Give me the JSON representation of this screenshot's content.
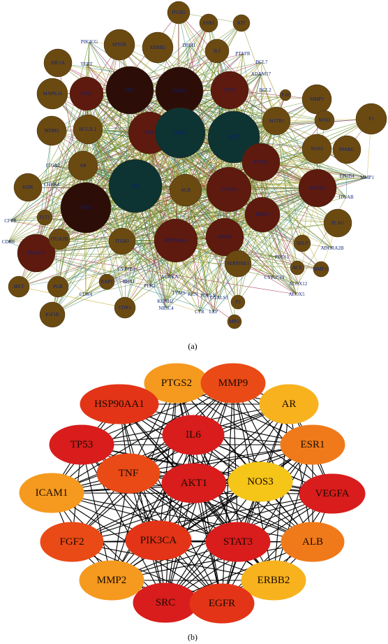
{
  "panel_a": {
    "label": "(a)",
    "node_style_colors": {
      "circle": "#6b4a12",
      "light": "#7a5716",
      "dark_red": "#4a100a",
      "red": "#5e1a0e",
      "darkest": "#2c0d08",
      "teal": "#0d3333",
      "label": "#0b1f7a",
      "edge_green": "#6b8f2a",
      "edge_olive": "#8a8a2a",
      "edge_red": "#a0304a",
      "edge_yellow": "#c8b43a",
      "edge_teal": "#3b8a7a"
    },
    "nodes": [
      {
        "id": "ITGB2",
        "label": "ITGB2",
        "color": "circle"
      },
      {
        "id": "ESR2",
        "label": "ESR2",
        "color": "circle"
      },
      {
        "id": "KIT",
        "label": "KIT",
        "color": "circle"
      },
      {
        "id": "PIK3CG",
        "label": "PIK3CG",
        "color": "none"
      },
      {
        "id": "MTOR",
        "label": "MTOR",
        "color": "circle"
      },
      {
        "id": "ERBB2",
        "label": "ERBB2",
        "color": "circle"
      },
      {
        "id": "DPM1",
        "label": "DPM1",
        "color": "none"
      },
      {
        "id": "IL2",
        "label": "IL2",
        "color": "circle"
      },
      {
        "id": "PTAFR",
        "label": "PTAFR",
        "color": "none"
      },
      {
        "id": "HIF1A",
        "label": "HIF1A",
        "color": "circle"
      },
      {
        "id": "TERT",
        "label": "TERT",
        "color": "none"
      },
      {
        "id": "BCL7",
        "label": "BCL7",
        "color": "none"
      },
      {
        "id": "ADAM17",
        "label": "ADAM17",
        "color": "none"
      },
      {
        "id": "MAPK14",
        "label": "MAPK14",
        "color": "circle"
      },
      {
        "id": "ESR1",
        "label": "ESR1",
        "color": "red"
      },
      {
        "id": "SRC_a",
        "label": "SRC",
        "color": "darkest"
      },
      {
        "id": "STAT3_a",
        "label": "STAT3",
        "color": "darkest"
      },
      {
        "id": "FGF2_a",
        "label": "FGF2",
        "color": "red"
      },
      {
        "id": "BCL2",
        "label": "BCL2",
        "color": "none"
      },
      {
        "id": "F10",
        "label": "F10",
        "color": "circle"
      },
      {
        "id": "MMP3",
        "label": "MMP3",
        "color": "circle"
      },
      {
        "id": "F2",
        "label": "F2",
        "color": "circle"
      },
      {
        "id": "MDM2",
        "label": "MDM2",
        "color": "circle"
      },
      {
        "id": "BCL2L1",
        "label": "BCL2L1",
        "color": "circle"
      },
      {
        "id": "TNF_a",
        "label": "TNF",
        "color": "red"
      },
      {
        "id": "AKT1_a",
        "label": "AKT1",
        "color": "teal"
      },
      {
        "id": "EGFR_a",
        "label": "EGFR",
        "color": "teal"
      },
      {
        "id": "AGTR1",
        "label": "AGTR1",
        "color": "circle"
      },
      {
        "id": "NOS2",
        "label": "NOS2",
        "color": "circle"
      },
      {
        "id": "ITGA2",
        "label": "ITGA2",
        "color": "none"
      },
      {
        "id": "AR_a",
        "label": "AR",
        "color": "circle"
      },
      {
        "id": "PTGS2_a",
        "label": "PTGS2",
        "color": "red"
      },
      {
        "id": "NOS3_a",
        "label": "NOS3",
        "color": "circle"
      },
      {
        "id": "PPARG",
        "label": "PPARG",
        "color": "circle"
      },
      {
        "id": "KDR",
        "label": "KDR",
        "color": "circle"
      },
      {
        "id": "CHEK1",
        "label": "CHEK1",
        "color": "none"
      },
      {
        "id": "IL6_a",
        "label": "IL6",
        "color": "teal"
      },
      {
        "id": "ALB_a",
        "label": "ALB",
        "color": "circle"
      },
      {
        "id": "VEGFA_a",
        "label": "VEGFA",
        "color": "red"
      },
      {
        "id": "ICAM1_a",
        "label": "ICAM1",
        "color": "red"
      },
      {
        "id": "EPHB4",
        "label": "EPHB4",
        "color": "none"
      },
      {
        "id": "MMP1",
        "label": "MMP1",
        "color": "none"
      },
      {
        "id": "ITGAB",
        "label": "ITGAB",
        "color": "none"
      },
      {
        "id": "TP53_a",
        "label": "TP53",
        "color": "darkest"
      },
      {
        "id": "FLT1",
        "label": "FLT1",
        "color": "circle"
      },
      {
        "id": "MMP2_a",
        "label": "MMP2",
        "color": "red"
      },
      {
        "id": "PLAU",
        "label": "PLAU",
        "color": "circle"
      },
      {
        "id": "CFTR",
        "label": "CFTR",
        "color": "none"
      },
      {
        "id": "HSP90AA1_a",
        "label": "HSP90AA1",
        "color": "red"
      },
      {
        "id": "MMP9_a",
        "label": "MMP9",
        "color": "red"
      },
      {
        "id": "CDK6",
        "label": "CDK6",
        "color": "none"
      },
      {
        "id": "PIK3CA_a",
        "label": "PIK3CA",
        "color": "red"
      },
      {
        "id": "ITGA2B",
        "label": "ITGA2B",
        "color": "circle"
      },
      {
        "id": "ITGB3",
        "label": "ITGB3",
        "color": "circle"
      },
      {
        "id": "SELP",
        "label": "SELP",
        "color": "circle"
      },
      {
        "id": "ADORA2B",
        "label": "ADORA2B",
        "color": "none"
      },
      {
        "id": "PTGS1",
        "label": "PTGS1",
        "color": "none"
      },
      {
        "id": "CYP1B1",
        "label": "CYP1B1",
        "color": "none"
      },
      {
        "id": "SERPINE1",
        "label": "SERPINE1",
        "color": "circle"
      },
      {
        "id": "ACE",
        "label": "ACE",
        "color": "circle"
      },
      {
        "id": "MMP13",
        "label": "MMP13",
        "color": "circle"
      },
      {
        "id": "AURKA",
        "label": "AURKA",
        "color": "none"
      },
      {
        "id": "RAP1",
        "label": "RAP1",
        "color": "circle"
      },
      {
        "id": "BRAF",
        "label": "BRAF",
        "color": "none"
      },
      {
        "id": "CYP2C19",
        "label": "CYP2C19",
        "color": "none"
      },
      {
        "id": "ALOX12",
        "label": "ALOX12",
        "color": "none"
      },
      {
        "id": "MET",
        "label": "MET",
        "color": "circle"
      },
      {
        "id": "PGR",
        "label": "PGR",
        "color": "circle"
      },
      {
        "id": "PLK1",
        "label": "PLK1",
        "color": "none"
      },
      {
        "id": "TYMS",
        "label": "TYMS",
        "color": "none"
      },
      {
        "id": "REN",
        "label": "REN",
        "color": "none"
      },
      {
        "id": "PDE5A",
        "label": "PDE5A",
        "color": "none"
      },
      {
        "id": "LGALS3",
        "label": "LGALS3",
        "color": "none"
      },
      {
        "id": "ALOX5",
        "label": "ALOX5",
        "color": "none"
      },
      {
        "id": "CDK4",
        "label": "CDK4",
        "color": "none"
      },
      {
        "id": "KCNH2",
        "label": "KCNH2",
        "color": "none"
      },
      {
        "id": "F3",
        "label": "F3",
        "color": "circle"
      },
      {
        "id": "IGF1R",
        "label": "IGF1R",
        "color": "circle"
      },
      {
        "id": "CDK1",
        "label": "CDK1",
        "color": "circle"
      },
      {
        "id": "NR3C4",
        "label": "NR3C4",
        "color": "none"
      },
      {
        "id": "CTR",
        "label": "CTR",
        "color": "none"
      },
      {
        "id": "LEP",
        "label": "LEP",
        "color": "none"
      },
      {
        "id": "MPO",
        "label": "MPO",
        "color": "circle"
      }
    ]
  },
  "panel_b": {
    "label": "(b)",
    "node_colors": {
      "deep_red": "#d91c1c",
      "red": "#e33417",
      "red_orange": "#ea4a16",
      "orange": "#f07a1a",
      "light_orange": "#f59a1e",
      "yellow_orange": "#f7b21e",
      "yellow": "#f5c518"
    },
    "nodes": [
      {
        "id": "PTGS2",
        "label": "PTGS2",
        "color": "light_orange"
      },
      {
        "id": "MMP9",
        "label": "MMP9",
        "color": "red_orange"
      },
      {
        "id": "HSP90AA1",
        "label": "HSP90AA1",
        "color": "red"
      },
      {
        "id": "AR",
        "label": "AR",
        "color": "yellow_orange"
      },
      {
        "id": "IL6",
        "label": "IL6",
        "color": "deep_red"
      },
      {
        "id": "TP53",
        "label": "TP53",
        "color": "deep_red"
      },
      {
        "id": "ESR1",
        "label": "ESR1",
        "color": "orange"
      },
      {
        "id": "TNF",
        "label": "TNF",
        "color": "red_orange"
      },
      {
        "id": "AKT1",
        "label": "AKT1",
        "color": "deep_red"
      },
      {
        "id": "NOS3",
        "label": "NOS3",
        "color": "yellow"
      },
      {
        "id": "ICAM1",
        "label": "ICAM1",
        "color": "light_orange"
      },
      {
        "id": "VEGFA",
        "label": "VEGFA",
        "color": "deep_red"
      },
      {
        "id": "FGF2",
        "label": "FGF2",
        "color": "red_orange"
      },
      {
        "id": "PIK3CA",
        "label": "PIK3CA",
        "color": "red"
      },
      {
        "id": "STAT3",
        "label": "STAT3",
        "color": "deep_red"
      },
      {
        "id": "ALB",
        "label": "ALB",
        "color": "orange"
      },
      {
        "id": "MMP2",
        "label": "MMP2",
        "color": "light_orange"
      },
      {
        "id": "ERBB2",
        "label": "ERBB2",
        "color": "yellow_orange"
      },
      {
        "id": "SRC",
        "label": "SRC",
        "color": "deep_red"
      },
      {
        "id": "EGFR",
        "label": "EGFR",
        "color": "red"
      }
    ],
    "edges": [
      [
        "PTGS2",
        "MMP9"
      ],
      [
        "PTGS2",
        "HSP90AA1"
      ],
      [
        "PTGS2",
        "AR"
      ],
      [
        "PTGS2",
        "IL6"
      ],
      [
        "PTGS2",
        "TP53"
      ],
      [
        "PTGS2",
        "ESR1"
      ],
      [
        "PTGS2",
        "TNF"
      ],
      [
        "PTGS2",
        "AKT1"
      ],
      [
        "PTGS2",
        "NOS3"
      ],
      [
        "PTGS2",
        "VEGFA"
      ],
      [
        "PTGS2",
        "STAT3"
      ],
      [
        "PTGS2",
        "ALB"
      ],
      [
        "PTGS2",
        "EGFR"
      ],
      [
        "PTGS2",
        "ICAM1"
      ],
      [
        "PTGS2",
        "PIK3CA"
      ],
      [
        "PTGS2",
        "MMP2"
      ],
      [
        "PTGS2",
        "SRC"
      ],
      [
        "MMP9",
        "HSP90AA1"
      ],
      [
        "MMP9",
        "AR"
      ],
      [
        "MMP9",
        "IL6"
      ],
      [
        "MMP9",
        "TP53"
      ],
      [
        "MMP9",
        "ESR1"
      ],
      [
        "MMP9",
        "TNF"
      ],
      [
        "MMP9",
        "AKT1"
      ],
      [
        "MMP9",
        "NOS3"
      ],
      [
        "MMP9",
        "VEGFA"
      ],
      [
        "MMP9",
        "FGF2"
      ],
      [
        "MMP9",
        "STAT3"
      ],
      [
        "MMP9",
        "ALB"
      ],
      [
        "MMP9",
        "MMP2"
      ],
      [
        "MMP9",
        "SRC"
      ],
      [
        "MMP9",
        "EGFR"
      ],
      [
        "MMP9",
        "ICAM1"
      ],
      [
        "MMP9",
        "ERBB2"
      ],
      [
        "HSP90AA1",
        "IL6"
      ],
      [
        "HSP90AA1",
        "TP53"
      ],
      [
        "HSP90AA1",
        "TNF"
      ],
      [
        "HSP90AA1",
        "AKT1"
      ],
      [
        "HSP90AA1",
        "ICAM1"
      ],
      [
        "HSP90AA1",
        "VEGFA"
      ],
      [
        "HSP90AA1",
        "ESR1"
      ],
      [
        "HSP90AA1",
        "AR"
      ],
      [
        "HSP90AA1",
        "STAT3"
      ],
      [
        "HSP90AA1",
        "EGFR"
      ],
      [
        "HSP90AA1",
        "SRC"
      ],
      [
        "HSP90AA1",
        "ERBB2"
      ],
      [
        "HSP90AA1",
        "NOS3"
      ],
      [
        "HSP90AA1",
        "PIK3CA"
      ],
      [
        "HSP90AA1",
        "ALB"
      ],
      [
        "AR",
        "IL6"
      ],
      [
        "AR",
        "TP53"
      ],
      [
        "AR",
        "ESR1"
      ],
      [
        "AR",
        "AKT1"
      ],
      [
        "AR",
        "VEGFA"
      ],
      [
        "AR",
        "STAT3"
      ],
      [
        "AR",
        "EGFR"
      ],
      [
        "AR",
        "ERBB2"
      ],
      [
        "AR",
        "SRC"
      ],
      [
        "AR",
        "TNF"
      ],
      [
        "AR",
        "ALB"
      ],
      [
        "AR",
        "PIK3CA"
      ],
      [
        "AR",
        "ICAM1"
      ],
      [
        "IL6",
        "TP53"
      ],
      [
        "IL6",
        "ESR1"
      ],
      [
        "IL6",
        "TNF"
      ],
      [
        "IL6",
        "AKT1"
      ],
      [
        "IL6",
        "NOS3"
      ],
      [
        "IL6",
        "ICAM1"
      ],
      [
        "IL6",
        "VEGFA"
      ],
      [
        "IL6",
        "FGF2"
      ],
      [
        "IL6",
        "PIK3CA"
      ],
      [
        "IL6",
        "STAT3"
      ],
      [
        "IL6",
        "ALB"
      ],
      [
        "IL6",
        "MMP2"
      ],
      [
        "IL6",
        "ERBB2"
      ],
      [
        "IL6",
        "SRC"
      ],
      [
        "IL6",
        "EGFR"
      ],
      [
        "TP53",
        "ESR1"
      ],
      [
        "TP53",
        "TNF"
      ],
      [
        "TP53",
        "AKT1"
      ],
      [
        "TP53",
        "NOS3"
      ],
      [
        "TP53",
        "ICAM1"
      ],
      [
        "TP53",
        "VEGFA"
      ],
      [
        "TP53",
        "FGF2"
      ],
      [
        "TP53",
        "PIK3CA"
      ],
      [
        "TP53",
        "STAT3"
      ],
      [
        "TP53",
        "ALB"
      ],
      [
        "TP53",
        "MMP2"
      ],
      [
        "TP53",
        "ERBB2"
      ],
      [
        "TP53",
        "SRC"
      ],
      [
        "TP53",
        "EGFR"
      ],
      [
        "ESR1",
        "TNF"
      ],
      [
        "ESR1",
        "AKT1"
      ],
      [
        "ESR1",
        "NOS3"
      ],
      [
        "ESR1",
        "ICAM1"
      ],
      [
        "ESR1",
        "VEGFA"
      ],
      [
        "ESR1",
        "FGF2"
      ],
      [
        "ESR1",
        "PIK3CA"
      ],
      [
        "ESR1",
        "STAT3"
      ],
      [
        "ESR1",
        "ALB"
      ],
      [
        "ESR1",
        "MMP2"
      ],
      [
        "ESR1",
        "ERBB2"
      ],
      [
        "ESR1",
        "SRC"
      ],
      [
        "ESR1",
        "EGFR"
      ],
      [
        "TNF",
        "AKT1"
      ],
      [
        "TNF",
        "NOS3"
      ],
      [
        "TNF",
        "ICAM1"
      ],
      [
        "TNF",
        "VEGFA"
      ],
      [
        "TNF",
        "FGF2"
      ],
      [
        "TNF",
        "PIK3CA"
      ],
      [
        "TNF",
        "STAT3"
      ],
      [
        "TNF",
        "ALB"
      ],
      [
        "TNF",
        "MMP2"
      ],
      [
        "TNF",
        "ERBB2"
      ],
      [
        "TNF",
        "SRC"
      ],
      [
        "TNF",
        "EGFR"
      ],
      [
        "AKT1",
        "NOS3"
      ],
      [
        "AKT1",
        "ICAM1"
      ],
      [
        "AKT1",
        "VEGFA"
      ],
      [
        "AKT1",
        "FGF2"
      ],
      [
        "AKT1",
        "PIK3CA"
      ],
      [
        "AKT1",
        "STAT3"
      ],
      [
        "AKT1",
        "ALB"
      ],
      [
        "AKT1",
        "MMP2"
      ],
      [
        "AKT1",
        "ERBB2"
      ],
      [
        "AKT1",
        "SRC"
      ],
      [
        "AKT1",
        "EGFR"
      ],
      [
        "NOS3",
        "ICAM1"
      ],
      [
        "NOS3",
        "VEGFA"
      ],
      [
        "NOS3",
        "FGF2"
      ],
      [
        "NOS3",
        "STAT3"
      ],
      [
        "NOS3",
        "ALB"
      ],
      [
        "NOS3",
        "MMP2"
      ],
      [
        "NOS3",
        "SRC"
      ],
      [
        "NOS3",
        "EGFR"
      ],
      [
        "NOS3",
        "PIK3CA"
      ],
      [
        "ICAM1",
        "VEGFA"
      ],
      [
        "ICAM1",
        "FGF2"
      ],
      [
        "ICAM1",
        "PIK3CA"
      ],
      [
        "ICAM1",
        "STAT3"
      ],
      [
        "ICAM1",
        "ALB"
      ],
      [
        "ICAM1",
        "MMP2"
      ],
      [
        "ICAM1",
        "SRC"
      ],
      [
        "ICAM1",
        "EGFR"
      ],
      [
        "VEGFA",
        "FGF2"
      ],
      [
        "VEGFA",
        "PIK3CA"
      ],
      [
        "VEGFA",
        "STAT3"
      ],
      [
        "VEGFA",
        "ALB"
      ],
      [
        "VEGFA",
        "MMP2"
      ],
      [
        "VEGFA",
        "ERBB2"
      ],
      [
        "VEGFA",
        "SRC"
      ],
      [
        "VEGFA",
        "EGFR"
      ],
      [
        "FGF2",
        "PIK3CA"
      ],
      [
        "FGF2",
        "STAT3"
      ],
      [
        "FGF2",
        "ALB"
      ],
      [
        "FGF2",
        "MMP2"
      ],
      [
        "FGF2",
        "ERBB2"
      ],
      [
        "FGF2",
        "SRC"
      ],
      [
        "FGF2",
        "EGFR"
      ],
      [
        "PIK3CA",
        "STAT3"
      ],
      [
        "PIK3CA",
        "ALB"
      ],
      [
        "PIK3CA",
        "MMP2"
      ],
      [
        "PIK3CA",
        "ERBB2"
      ],
      [
        "PIK3CA",
        "SRC"
      ],
      [
        "PIK3CA",
        "EGFR"
      ],
      [
        "STAT3",
        "ALB"
      ],
      [
        "STAT3",
        "MMP2"
      ],
      [
        "STAT3",
        "ERBB2"
      ],
      [
        "STAT3",
        "SRC"
      ],
      [
        "STAT3",
        "EGFR"
      ],
      [
        "ALB",
        "MMP2"
      ],
      [
        "ALB",
        "ERBB2"
      ],
      [
        "ALB",
        "SRC"
      ],
      [
        "ALB",
        "EGFR"
      ],
      [
        "MMP2",
        "ERBB2"
      ],
      [
        "MMP2",
        "SRC"
      ],
      [
        "MMP2",
        "EGFR"
      ],
      [
        "ERBB2",
        "SRC"
      ],
      [
        "ERBB2",
        "EGFR"
      ],
      [
        "SRC",
        "EGFR"
      ]
    ]
  }
}
